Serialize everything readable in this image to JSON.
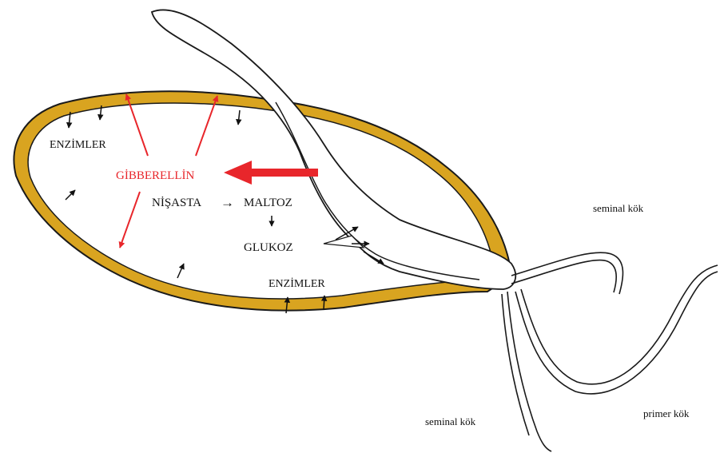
{
  "labels": {
    "enzymes_top": "ENZİMLER",
    "gibberellin": "GİBBERELLİN",
    "starch": "NİŞASTA",
    "conversion_arrow": "→",
    "maltose": "MALTOZ",
    "down_arrow": "↓",
    "glucose": "GLUKOZ",
    "enzymes_bottom": "ENZİMLER",
    "seminal_root_top": "seminal kök",
    "seminal_root_bottom": "seminal kök",
    "primary_root": "primer kök"
  },
  "colors": {
    "aleurone": "#D9A420",
    "outline": "#1a1a1a",
    "hormone": "#e8262b",
    "embryo_fill": "#ffffff"
  }
}
